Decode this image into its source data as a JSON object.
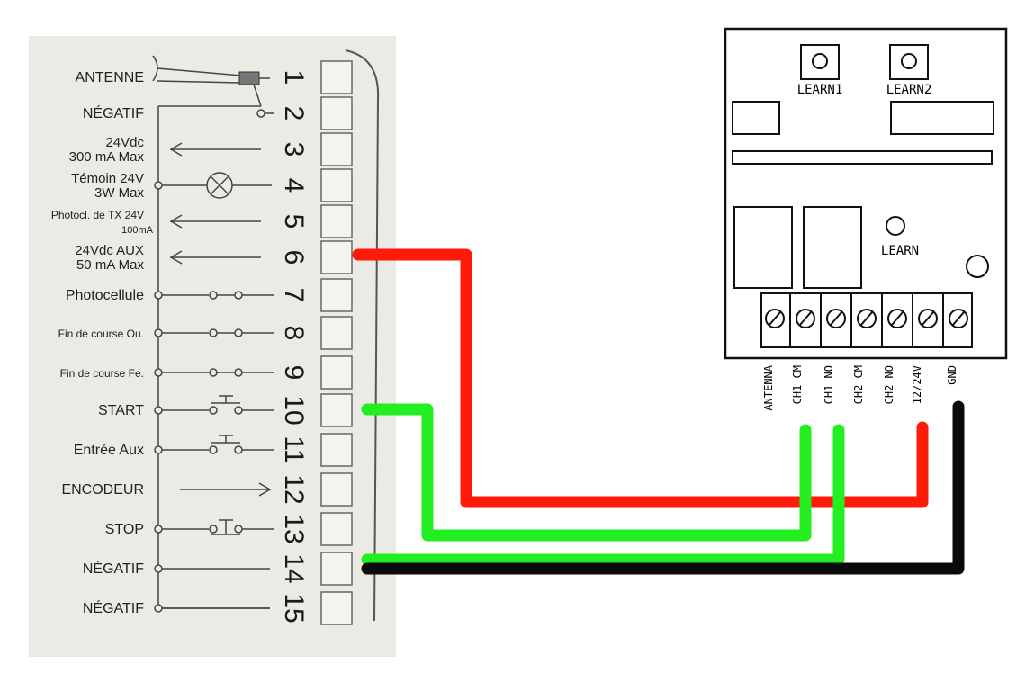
{
  "left_panel": {
    "terminals": [
      {
        "number": "1",
        "label": [
          "ANTENNE"
        ]
      },
      {
        "number": "2",
        "label": [
          "NÉGATIF"
        ]
      },
      {
        "number": "3",
        "label": [
          "24Vdc",
          "300 mA Max"
        ]
      },
      {
        "number": "4",
        "label": [
          "Témoin 24V",
          "3W Max"
        ]
      },
      {
        "number": "5",
        "label": [
          "Photocl. de TX 24V",
          "100mA"
        ]
      },
      {
        "number": "6",
        "label": [
          "24Vdc AUX",
          "50 mA Max"
        ]
      },
      {
        "number": "7",
        "label": [
          "Photocellule"
        ]
      },
      {
        "number": "8",
        "label": [
          "Fin de course Ou."
        ]
      },
      {
        "number": "9",
        "label": [
          "Fin de course Fe."
        ]
      },
      {
        "number": "10",
        "label": [
          "START"
        ]
      },
      {
        "number": "11",
        "label": [
          "Entrée Aux"
        ]
      },
      {
        "number": "12",
        "label": [
          "ENCODEUR"
        ]
      },
      {
        "number": "13",
        "label": [
          "STOP"
        ]
      },
      {
        "number": "14",
        "label": [
          "NÉGATIF"
        ]
      },
      {
        "number": "15",
        "label": [
          "NÉGATIF"
        ]
      }
    ]
  },
  "receiver": {
    "button_learn1": "LEARN1",
    "button_learn2": "LEARN2",
    "button_learn": "LEARN",
    "terminals": [
      "ANTENNA",
      "CH1 CM",
      "CH1 NO",
      "CH2 CM",
      "CH2 NO",
      "12/24V",
      "GND"
    ]
  },
  "wires": [
    {
      "from": "6",
      "to": "12/24V",
      "color": "#ff1a0a"
    },
    {
      "from": "10",
      "to": "CH1 CM",
      "color": "#22ee22"
    },
    {
      "from": "14",
      "to": "CH1 NO",
      "color": "#22ee22"
    },
    {
      "from": "14",
      "to": "GND",
      "color": "#0a0a0a"
    }
  ],
  "colors": {
    "paper": "#ebeae5",
    "red": "#ff1a0a",
    "green": "#22ee22",
    "black": "#0a0a0a"
  }
}
